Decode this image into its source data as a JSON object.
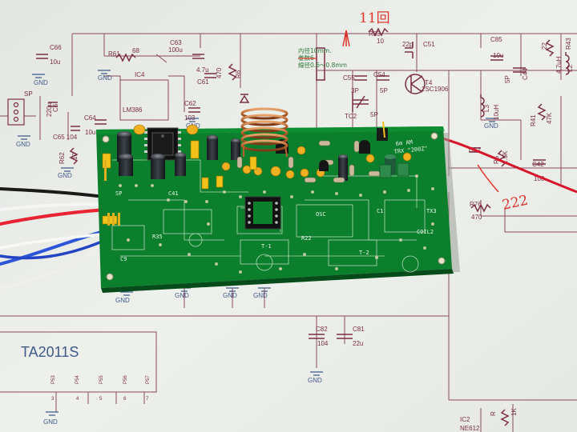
{
  "schematic": {
    "part_labels": [
      {
        "id": "c66",
        "text": "C66"
      },
      {
        "id": "c66v",
        "text": "10u"
      },
      {
        "id": "r61",
        "text": "R61"
      },
      {
        "id": "r61v",
        "text": "68"
      },
      {
        "id": "c63",
        "text": "C63"
      },
      {
        "id": "c63v",
        "text": "100u"
      },
      {
        "id": "ic4",
        "text": "IC4"
      },
      {
        "id": "lm386",
        "text": "LM386"
      },
      {
        "id": "c61v",
        "text": "4.7u"
      },
      {
        "id": "c61",
        "text": "C61"
      },
      {
        "id": "r6v",
        "text": "470"
      },
      {
        "id": "r6",
        "text": "R6"
      },
      {
        "id": "c62",
        "text": "C62"
      },
      {
        "id": "c62v",
        "text": "103"
      },
      {
        "id": "c64",
        "text": "C64"
      },
      {
        "id": "c64v",
        "text": "10u"
      },
      {
        "id": "c65",
        "text": "C65 104"
      },
      {
        "id": "sp",
        "text": "SP"
      },
      {
        "id": "c65b",
        "text": "C6"
      },
      {
        "id": "c65bv",
        "text": "220u"
      },
      {
        "id": "r62",
        "text": "R62"
      },
      {
        "id": "r62v",
        "text": "10"
      },
      {
        "id": "r83",
        "text": "R83"
      },
      {
        "id": "r83v",
        "text": "10"
      },
      {
        "id": "c51v",
        "text": "22p"
      },
      {
        "id": "c51",
        "text": "C51"
      },
      {
        "id": "c85",
        "text": "C85"
      },
      {
        "id": "c85v",
        "text": "10u"
      },
      {
        "id": "r43",
        "text": "R43"
      },
      {
        "id": "r43v",
        "text": "22"
      },
      {
        "id": "l2",
        "text": "L2"
      },
      {
        "id": "l2v",
        "text": "4.7uH"
      },
      {
        "id": "c55",
        "text": "C55"
      },
      {
        "id": "c54",
        "text": "C54"
      },
      {
        "id": "c55v",
        "text": "3P"
      },
      {
        "id": "c54v",
        "text": "5P"
      },
      {
        "id": "tc2",
        "text": "TC2"
      },
      {
        "id": "tc2v",
        "text": "5P"
      },
      {
        "id": "t4",
        "text": "T4"
      },
      {
        "id": "t4v",
        "text": "2SC1906"
      },
      {
        "id": "l3",
        "text": "L3"
      },
      {
        "id": "l3v",
        "text": "10uH"
      },
      {
        "id": "c44",
        "text": "C44"
      },
      {
        "id": "c44v",
        "text": "5P"
      },
      {
        "id": "r41",
        "text": "R41"
      },
      {
        "id": "r41v",
        "text": "47K"
      },
      {
        "id": "r5",
        "text": "R5"
      },
      {
        "id": "r5v",
        "text": "1.5K"
      },
      {
        "id": "c42",
        "text": "C42"
      },
      {
        "id": "c42v",
        "text": "103"
      },
      {
        "id": "r76",
        "text": "R76"
      },
      {
        "id": "r76v",
        "text": "470"
      },
      {
        "id": "c52",
        "text": "C52"
      },
      {
        "id": "c82",
        "text": "C82"
      },
      {
        "id": "c82v",
        "text": "104"
      },
      {
        "id": "c81",
        "text": "C81"
      },
      {
        "id": "c81v",
        "text": "22u"
      },
      {
        "id": "ic2",
        "text": "IC2"
      },
      {
        "id": "ic2v",
        "text": "NE612"
      },
      {
        "id": "r",
        "text": "R"
      },
      {
        "id": "rv",
        "text": "1K"
      }
    ],
    "gnd_label": "GND",
    "ic_name": "TA2011S",
    "ic_pins": [
      "P53",
      "P54",
      "P55",
      "P56",
      "P57"
    ],
    "ic_pin_numbers": [
      "3",
      "4",
      "5",
      "6",
      "7"
    ],
    "coil_note": [
      "内径10mm.",
      "巻数6",
      "線径0.6～0.8mm"
    ],
    "handwritten": {
      "turns": "11回",
      "value": "222"
    },
    "colors": {
      "ink": "#7a2e46",
      "gnd_ink": "#3f5a8a",
      "marker": "#e0352e",
      "paper": "#eceee9"
    }
  },
  "board": {
    "silk_title": "6m AM",
    "silk_subtitle": "TRX \"200Z\"",
    "silk_labels": [
      "SP",
      "OSC",
      "T-1",
      "T-2",
      "TX3",
      "COIL2",
      "C41",
      "R22",
      "R35",
      "C9",
      "C1"
    ],
    "colors": {
      "pcb": "#0b7f2c",
      "pcb_dark": "#075e20",
      "silk": "#e6f2e6",
      "copper": "#b86a36"
    }
  }
}
